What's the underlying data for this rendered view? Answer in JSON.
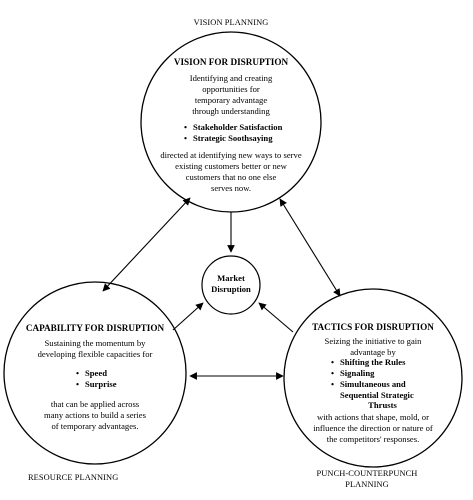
{
  "planning": {
    "top": "VISION PLANNING",
    "left": "RESOURCE PLANNING",
    "right_line1": "PUNCH-COUNTERPUNCH",
    "right_line2": "PLANNING"
  },
  "vision": {
    "title": "VISION FOR DISRUPTION",
    "intro": [
      "Identifying and creating",
      "opportunities for",
      "temporary advantage",
      "through understanding"
    ],
    "bullets": [
      "Stakeholder Satisfaction",
      "Strategic Soothsaying"
    ],
    "outro": [
      "directed at identifying new ways to serve",
      "existing customers better or new",
      "customers that no one else",
      "serves now."
    ]
  },
  "market": {
    "line1": "Market",
    "line2": "Disruption"
  },
  "capability": {
    "title": "CAPABILITY FOR DISRUPTION",
    "intro": [
      "Sustaining the momentum by",
      "developing flexible capacities for"
    ],
    "bullets": [
      "Speed",
      "Surprise"
    ],
    "outro": [
      "that can be applied across",
      "many actions to build a series",
      "of temporary advantages."
    ]
  },
  "tactics": {
    "title": "TACTICS FOR DISRUPTION",
    "intro": [
      "Seizing the initiative to gain",
      "advantage by"
    ],
    "bullets": [
      "Shifting the Rules",
      "Signaling",
      "Simultaneous and",
      "Sequential Strategic",
      "Thrusts"
    ],
    "outro": [
      "with actions that shape, mold, or",
      "influence the direction or nature of",
      "the competitors' responses."
    ]
  }
}
